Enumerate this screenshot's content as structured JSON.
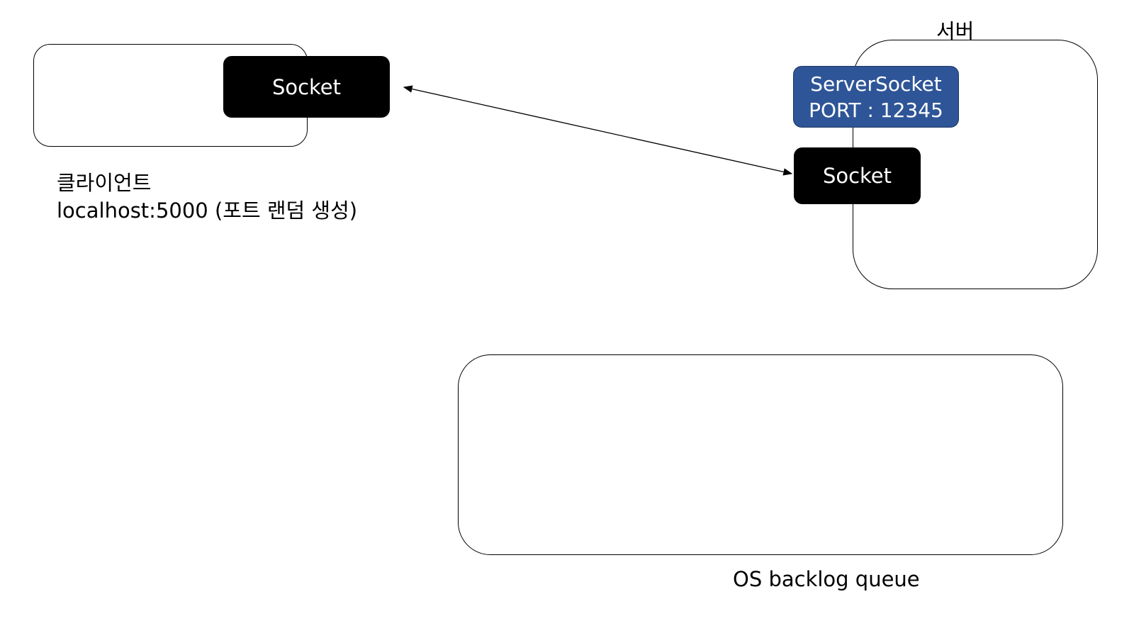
{
  "server": {
    "title": "서버",
    "listen_socket_name": "ServerSocket",
    "listen_socket_port": "PORT : 12345",
    "socket_label": "Socket"
  },
  "client": {
    "socket_label": "Socket",
    "title": "클라이언트",
    "address": "localhost:5000 (포트 랜덤 생성)"
  },
  "queue": {
    "label": "OS backlog queue"
  },
  "colors": {
    "socket_fill": "#000000",
    "server_socket_fill": "#2e5597"
  }
}
